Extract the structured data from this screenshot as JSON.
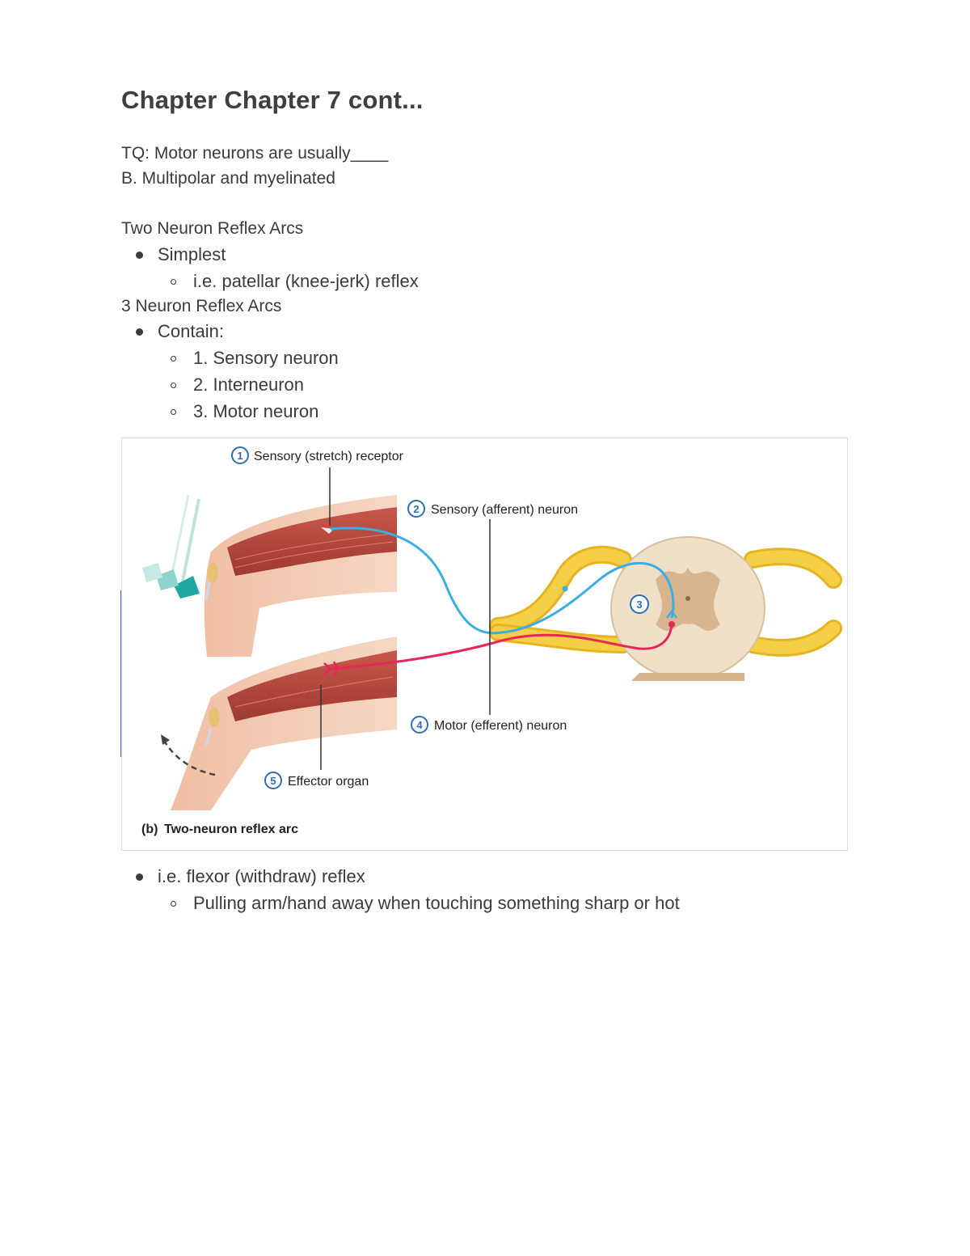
{
  "title": "Chapter Chapter 7 cont...",
  "tq_question": "TQ: Motor neurons are usually____",
  "tq_answer": "B. Multipolar and myelinated",
  "two_neuron": {
    "heading": "Two Neuron Reflex Arcs",
    "bullet": "Simplest",
    "sub": "i.e. patellar (knee-jerk) reflex"
  },
  "three_neuron": {
    "heading": "3 Neuron Reflex Arcs",
    "bullet": "Contain:",
    "items": [
      "1. Sensory neuron",
      "2. Interneuron",
      "3. Motor neuron"
    ]
  },
  "figure": {
    "labels": {
      "n1": "1",
      "t1": "Sensory (stretch) receptor",
      "n2": "2",
      "t2": "Sensory (afferent) neuron",
      "n3": "3",
      "n4": "4",
      "t4": "Motor (efferent) neuron",
      "n5": "5",
      "t5": "Effector organ"
    },
    "caption_prefix": "(b)",
    "caption_text": "Two-neuron reflex arc",
    "colors": {
      "sensory": "#3aaee2",
      "motor": "#e8265a",
      "nerve": "#f2c52d",
      "muscle": "#b5483c",
      "skin": "#f3c7ad",
      "spinal_cord": "#f1e0c8",
      "gray_matter": "#d8b48f",
      "number_circle": "#2e6fb3"
    }
  },
  "after": {
    "bullet": "i.e. flexor (withdraw) reflex",
    "sub": "Pulling arm/hand away when touching something sharp or hot"
  }
}
